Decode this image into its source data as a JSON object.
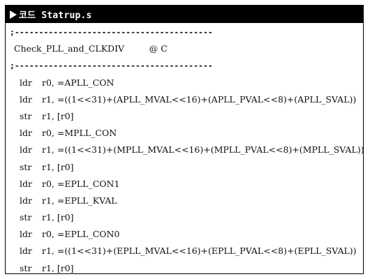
{
  "title": {
    "icon": "triangle-right-icon",
    "text": "코드 Statrup.s"
  },
  "code": {
    "separator_top": ";-----------------------------------------",
    "label_line": "Check_PLL_and_CLKDIV         @ C",
    "separator_bottom": ";-----------------------------------------",
    "instructions": [
      {
        "op": "ldr",
        "args": "r0, =APLL_CON"
      },
      {
        "op": "ldr",
        "args": "r1, =((1<<31)+(APLL_MVAL<<16)+(APLL_PVAL<<8)+(APLL_SVAL))"
      },
      {
        "op": "str",
        "args": "r1, [r0]"
      },
      {
        "op": "ldr",
        "args": "r0, =MPLL_CON"
      },
      {
        "op": "ldr",
        "args": "r1, =((1<<31)+(MPLL_MVAL<<16)+(MPLL_PVAL<<8)+(MPLL_SVAL))"
      },
      {
        "op": "str",
        "args": "r1, [r0]"
      },
      {
        "op": "ldr",
        "args": "r0, =EPLL_CON1"
      },
      {
        "op": "ldr",
        "args": "r1, =EPLL_KVAL"
      },
      {
        "op": "str",
        "args": "r1, [r0]"
      },
      {
        "op": "ldr",
        "args": "r0, =EPLL_CON0"
      },
      {
        "op": "ldr",
        "args": "r1, =((1<<31)+(EPLL_MVAL<<16)+(EPLL_PVAL<<8)+(EPLL_SVAL))"
      },
      {
        "op": "str",
        "args": "r1, [r0]"
      }
    ]
  }
}
